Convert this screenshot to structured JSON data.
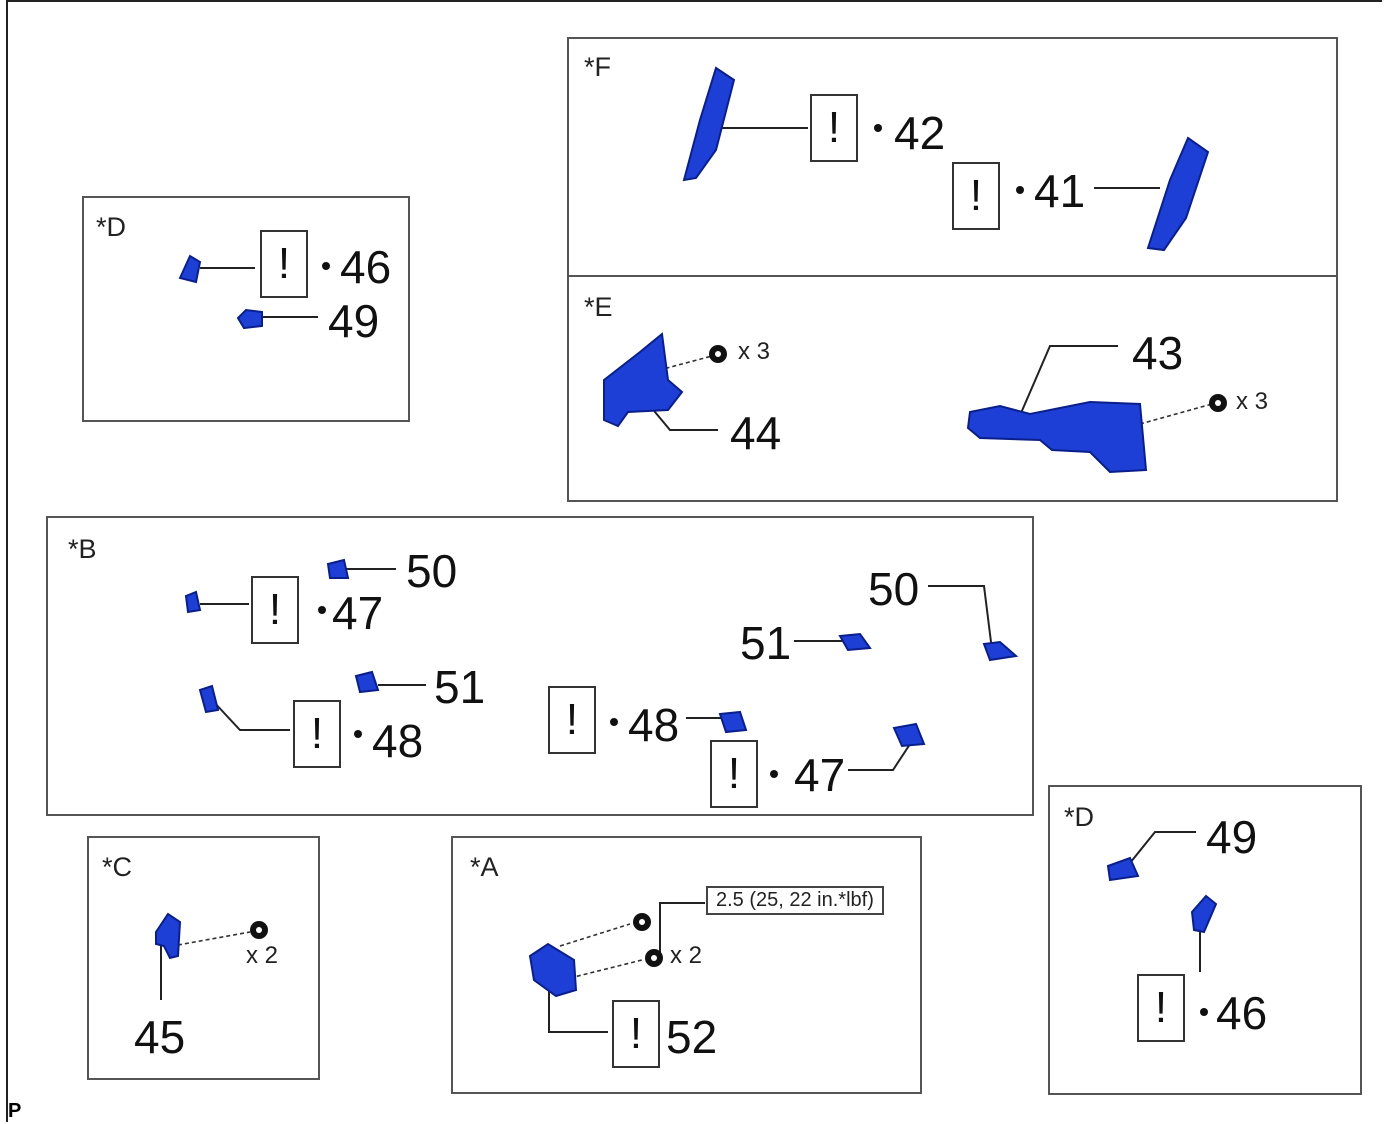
{
  "panels": {
    "F": {
      "label": "*F",
      "items": [
        {
          "mark": "!",
          "number": "42"
        },
        {
          "mark": "!",
          "number": "41"
        }
      ]
    },
    "E": {
      "label": "*E",
      "items": [
        {
          "number": "44",
          "qty": "x 3"
        },
        {
          "number": "43",
          "qty": "x 3"
        }
      ]
    },
    "D_top": {
      "label": "*D",
      "items": [
        {
          "mark": "!",
          "number": "46"
        },
        {
          "number": "49"
        }
      ]
    },
    "B": {
      "label": "*B",
      "items": [
        {
          "number": "50"
        },
        {
          "mark": "!",
          "number": "47"
        },
        {
          "number": "51"
        },
        {
          "mark": "!",
          "number": "48"
        },
        {
          "mark": "!",
          "number": "48"
        },
        {
          "mark": "!",
          "number": "47"
        },
        {
          "number": "50"
        },
        {
          "number": "51"
        }
      ]
    },
    "C": {
      "label": "*C",
      "items": [
        {
          "number": "45",
          "qty": "x 2"
        }
      ]
    },
    "A": {
      "label": "*A",
      "torque": "2.5 (25, 22 in.*lbf)",
      "qty": "x 2",
      "items": [
        {
          "mark": "!",
          "number": "52"
        }
      ]
    },
    "D_bottom": {
      "label": "*D",
      "items": [
        {
          "number": "49"
        },
        {
          "mark": "!",
          "number": "46"
        }
      ]
    }
  },
  "corner_label": "P",
  "colors": {
    "part_blue": "#1e3fd6",
    "part_dark": "#0a1f8a",
    "frame": "#555555"
  }
}
